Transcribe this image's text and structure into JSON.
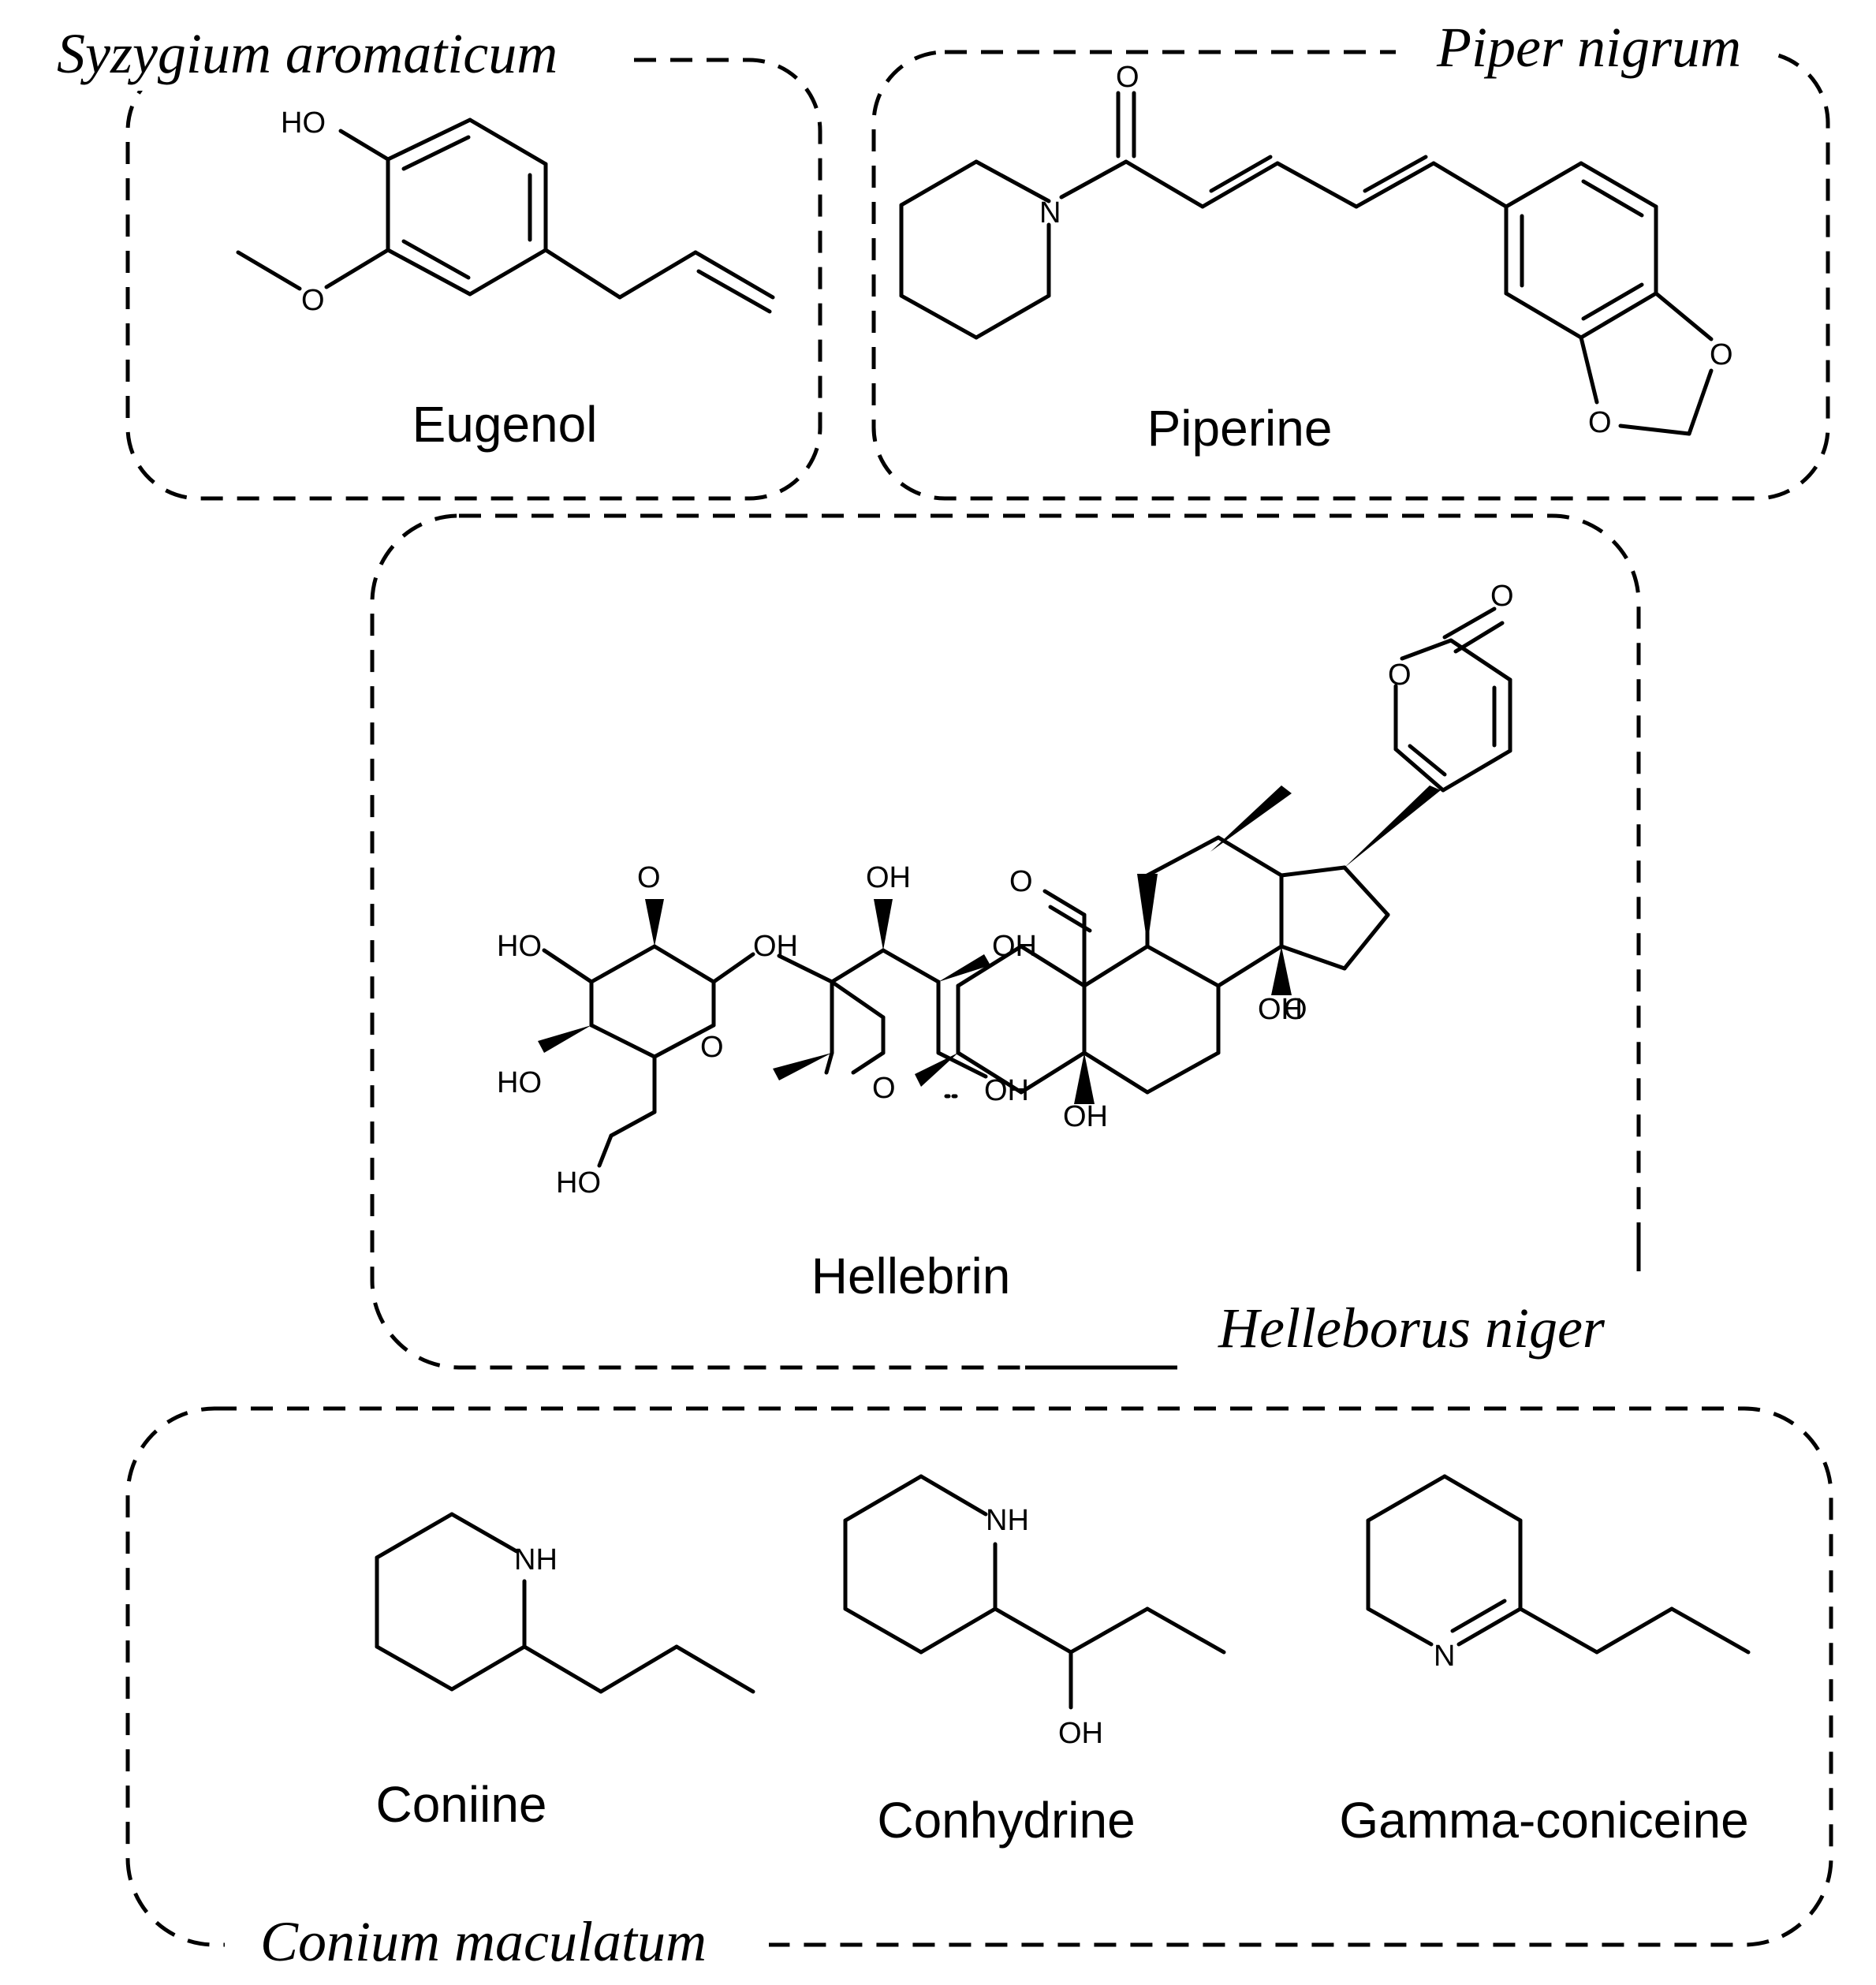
{
  "groups": [
    {
      "species": "Syzygium aromaticum",
      "compounds": [
        {
          "name": "Eugenol",
          "atom_labels": [
            "HO",
            "O"
          ]
        }
      ]
    },
    {
      "species": "Piper nigrum",
      "compounds": [
        {
          "name": "Piperine",
          "atom_labels": [
            "O",
            "N",
            "O",
            "O"
          ]
        }
      ]
    },
    {
      "species": "Helleborus niger",
      "compounds": [
        {
          "name": "Hellebrin",
          "atom_labels": [
            "O",
            "O",
            "O",
            "OH",
            "OH",
            "HO",
            "O",
            "HO",
            "O",
            "HO",
            "O",
            "OH",
            "OH",
            "O",
            "OH",
            "OH"
          ]
        }
      ]
    },
    {
      "species": "Conium maculatum",
      "compounds": [
        {
          "name": "Coniine",
          "atom_labels": [
            "NH"
          ]
        },
        {
          "name": "Conhydrine",
          "atom_labels": [
            "NH",
            "OH"
          ]
        },
        {
          "name": "Gamma-coniceine",
          "atom_labels": [
            "N"
          ]
        }
      ]
    }
  ]
}
